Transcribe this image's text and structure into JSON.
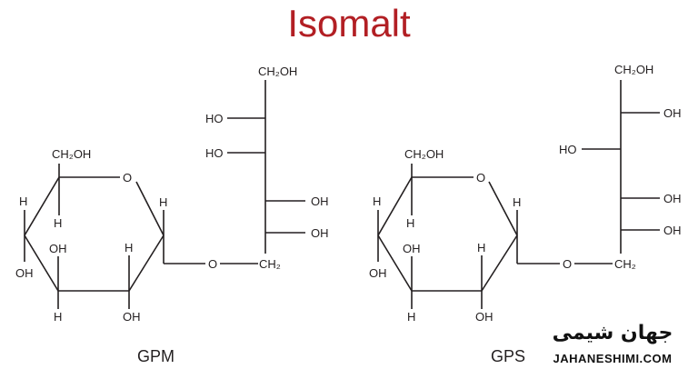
{
  "title": "Isomalt",
  "structures": [
    {
      "caption": "GPM",
      "labels": {
        "ch2oh_ring": "CH₂OH",
        "o_ring": "O",
        "h_c1": "H",
        "h_c5": "H",
        "h_c4_top": "H",
        "oh_c4": "OH",
        "oh_c3": "OH",
        "h_c3": "H",
        "h_c2": "H",
        "oh_c2": "OH",
        "o_glyco": "O",
        "ch2_chain": "CH₂",
        "ch2oh_chain": "CH₂OH",
        "chain_1_left": "HO",
        "chain_2_left": "HO",
        "chain_3_right": "OH",
        "chain_4_right": "OH"
      }
    },
    {
      "caption": "GPS",
      "labels": {
        "ch2oh_ring": "CH₂OH",
        "o_ring": "O",
        "h_c1": "H",
        "h_c5": "H",
        "h_c4_top": "H",
        "oh_c4": "OH",
        "oh_c3": "OH",
        "h_c3": "H",
        "h_c2": "H",
        "oh_c2": "OH",
        "o_glyco": "O",
        "ch2_chain": "CH₂",
        "ch2oh_chain": "CH₂OH",
        "chain_1_right": "OH",
        "chain_2_left": "HO",
        "chain_3_right": "OH",
        "chain_4_right": "OH"
      }
    }
  ],
  "watermark": {
    "persian": "جهان شیمی",
    "latin": "JAHANESHIMI.COM"
  }
}
